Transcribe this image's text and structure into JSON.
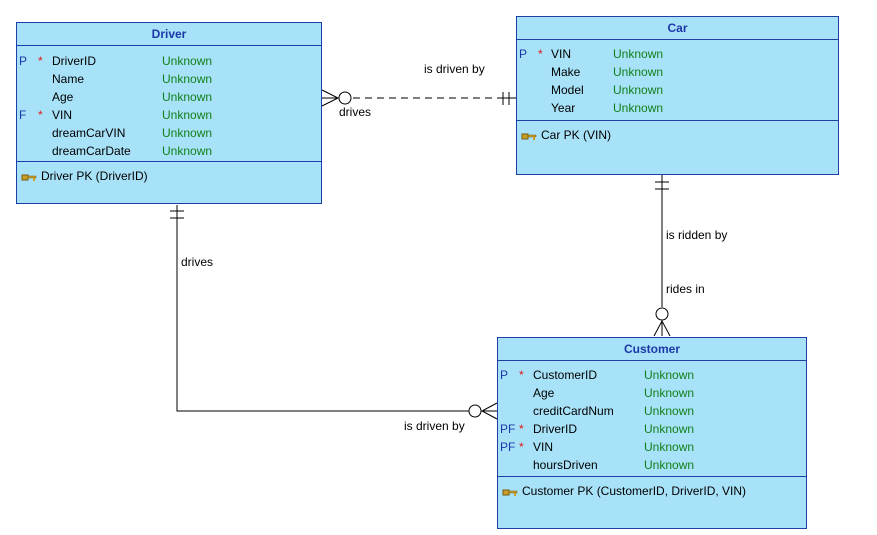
{
  "entities": {
    "driver": {
      "title": "Driver",
      "attributes": [
        {
          "key": "P",
          "req": "*",
          "name": "DriverID",
          "type": "Unknown"
        },
        {
          "key": "",
          "req": "",
          "name": "Name",
          "type": "Unknown"
        },
        {
          "key": "",
          "req": "",
          "name": "Age",
          "type": "Unknown"
        },
        {
          "key": "F",
          "req": "*",
          "name": "VIN",
          "type": "Unknown"
        },
        {
          "key": "",
          "req": "",
          "name": "dreamCarVIN",
          "type": "Unknown"
        },
        {
          "key": "",
          "req": "",
          "name": "dreamCarDate",
          "type": "Unknown"
        }
      ],
      "pk": "Driver PK (DriverID)"
    },
    "car": {
      "title": "Car",
      "attributes": [
        {
          "key": "P",
          "req": "*",
          "name": "VIN",
          "type": "Unknown"
        },
        {
          "key": "",
          "req": "",
          "name": "Make",
          "type": "Unknown"
        },
        {
          "key": "",
          "req": "",
          "name": "Model",
          "type": "Unknown"
        },
        {
          "key": "",
          "req": "",
          "name": "Year",
          "type": "Unknown"
        }
      ],
      "pk": "Car PK (VIN)"
    },
    "customer": {
      "title": "Customer",
      "attributes": [
        {
          "key": "P",
          "req": "*",
          "name": "CustomerID",
          "type": "Unknown"
        },
        {
          "key": "",
          "req": "",
          "name": "Age",
          "type": "Unknown"
        },
        {
          "key": "",
          "req": "",
          "name": "creditCardNum",
          "type": "Unknown"
        },
        {
          "key": "PF",
          "req": "*",
          "name": "DriverID",
          "type": "Unknown"
        },
        {
          "key": "PF",
          "req": "*",
          "name": "VIN",
          "type": "Unknown"
        },
        {
          "key": "",
          "req": "",
          "name": "hoursDriven",
          "type": "Unknown"
        }
      ],
      "pk": "Customer PK (CustomerID, DriverID, VIN)"
    }
  },
  "relationships": {
    "driver_car": {
      "top_label": "is driven by",
      "bottom_label": "drives"
    },
    "car_customer": {
      "top_label": "is ridden by",
      "bottom_label": "rides in"
    },
    "driver_customer": {
      "top_label": "drives",
      "bottom_label": "is driven by"
    }
  },
  "icons": {
    "primary_key": "key-icon"
  },
  "colors": {
    "entity_fill": "#a8e2f8",
    "entity_border": "#1f3fa8",
    "title_text": "#1c38a8",
    "type_text": "#12801a",
    "required_marker": "#e01818"
  }
}
